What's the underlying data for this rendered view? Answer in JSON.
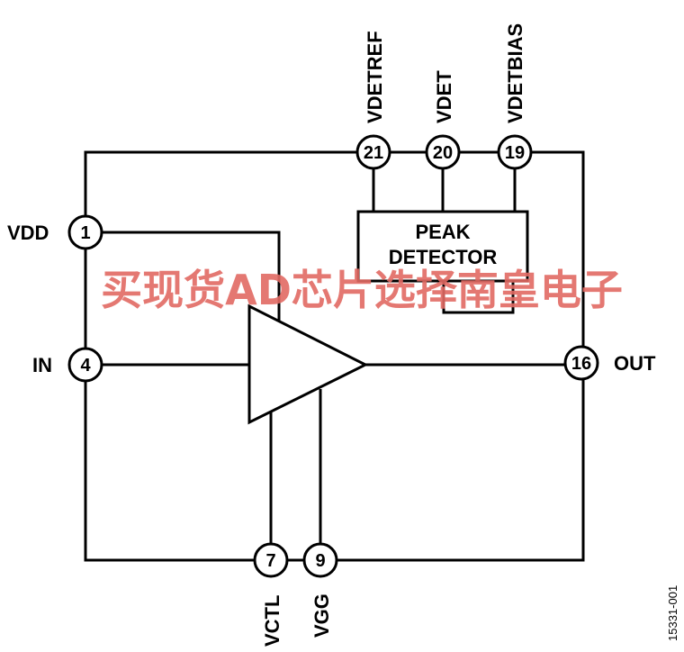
{
  "pins": {
    "vdd": {
      "number": "1",
      "label": "VDD"
    },
    "in": {
      "number": "4",
      "label": "IN"
    },
    "out": {
      "number": "16",
      "label": "OUT"
    },
    "vctl": {
      "number": "7",
      "label": "VCTL"
    },
    "vgg": {
      "number": "9",
      "label": "VGG"
    },
    "vdetref": {
      "number": "21",
      "label": "VDETREF"
    },
    "vdet": {
      "number": "20",
      "label": "VDET"
    },
    "vdetbias": {
      "number": "19",
      "label": "VDETBIAS"
    }
  },
  "peak_detector": {
    "line1": "PEAK",
    "line2": "DETECTOR"
  },
  "watermark": "买现货AD芯片选择南皇电子",
  "figure_id": "15331-001",
  "colors": {
    "line": "#000000",
    "watermark": "#e26a63"
  }
}
